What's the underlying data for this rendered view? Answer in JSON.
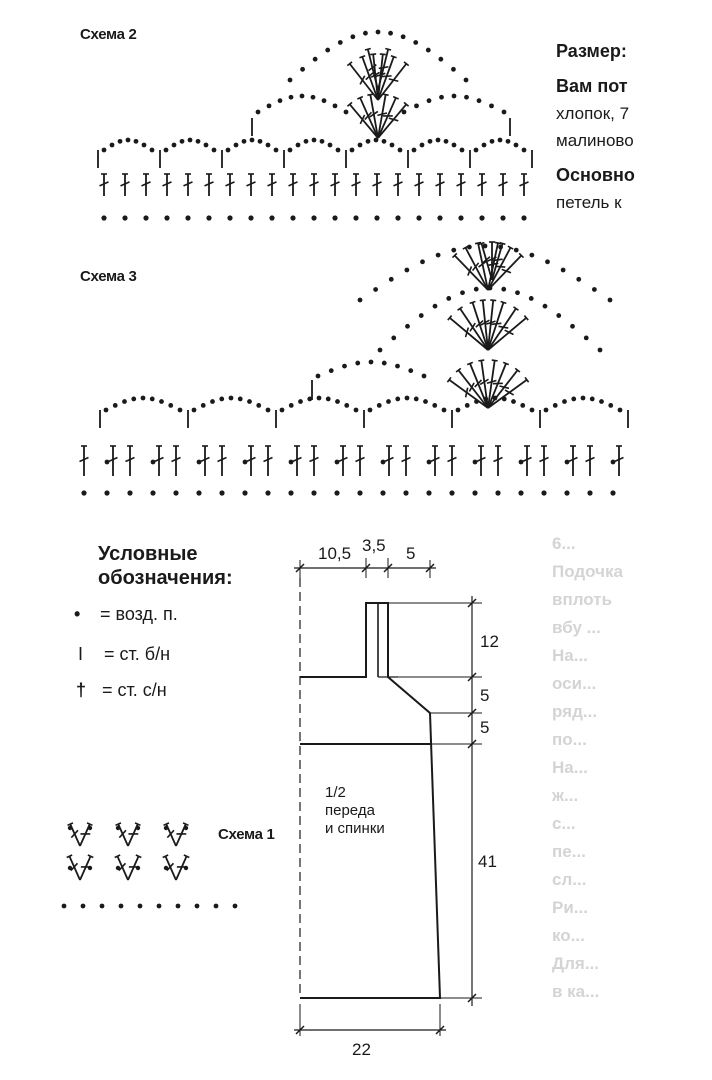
{
  "schemas": {
    "schema1": "Схема 1",
    "schema2": "Схема 2",
    "schema3": "Схема 3"
  },
  "side_text": {
    "line1": "Размер:",
    "line2": "Вам пот",
    "line3": "хлопок, 7",
    "line4": "малиново",
    "line5": "Основно",
    "line6": "петель к"
  },
  "legend": {
    "title_line1": "Условные",
    "title_line2": "обозначения:",
    "items": [
      {
        "symbol": "•",
        "label": "= возд. п."
      },
      {
        "symbol": "I",
        "label": "= ст. б/н"
      },
      {
        "symbol": "†",
        "label": "= ст. с/н"
      }
    ]
  },
  "pattern": {
    "label_line1": "1/2",
    "label_line2": "переда",
    "label_line3": "и спинки",
    "dims": {
      "top_left": "10,5",
      "top_mid": "3,5",
      "top_right": "5",
      "right_1": "12",
      "right_2": "5",
      "right_3": "5",
      "right_4": "41",
      "bottom": "22"
    }
  },
  "faded_text": [
    "6...",
    "Подочка",
    "вплоть",
    "вбу ...",
    "На...",
    "оси...",
    "ряд...",
    "по...",
    "На...",
    "ж...",
    "с...",
    "пе...",
    "сл...",
    "Ри...",
    "ко...",
    "Для...",
    "в ка..."
  ]
}
